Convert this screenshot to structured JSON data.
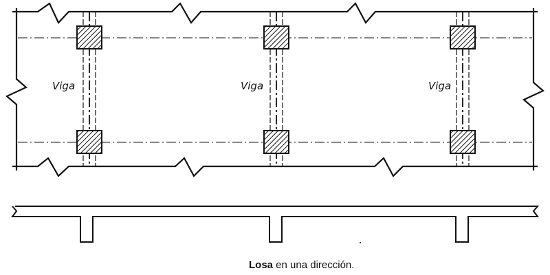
{
  "plan": {
    "beam_labels": [
      "Viga",
      "Viga",
      "Viga"
    ]
  },
  "caption": {
    "bold": "Losa",
    "rest": " en una dirección."
  }
}
